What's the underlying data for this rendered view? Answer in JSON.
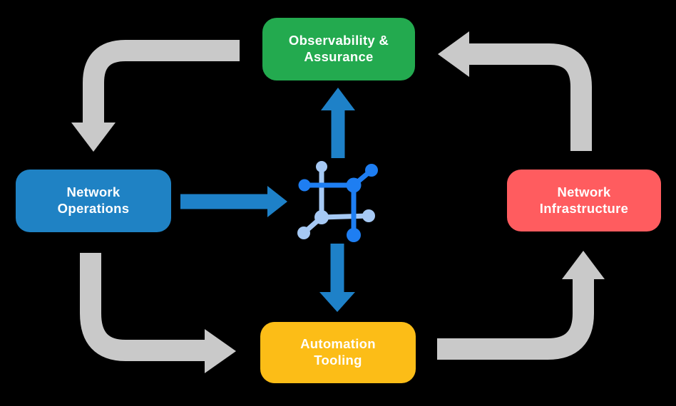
{
  "colors": {
    "background": "#000000",
    "observability_green": "#23aa4f",
    "operations_blue": "#1f82c4",
    "infrastructure_red": "#ff5c5f",
    "tooling_yellow": "#fcbd17",
    "arrow_gray": "#c9c9c9",
    "arrow_blue": "#1e81c8",
    "icon_blue_bright": "#1e7ef2",
    "icon_blue_light": "#a6c9f4",
    "label_text": "#ffffff"
  },
  "nodes": {
    "observability": {
      "label": "Observability &\nAssurance"
    },
    "operations": {
      "label": "Network\nOperations"
    },
    "infrastructure": {
      "label": "Network\nInfrastructure"
    },
    "tooling": {
      "label": "Automation\nTooling"
    }
  },
  "center_icon": {
    "name": "network-mesh-icon"
  },
  "arrows": {
    "gray_cycle": [
      {
        "from": "Observability & Assurance",
        "to": "Network Operations"
      },
      {
        "from": "Network Operations",
        "to": "Automation Tooling"
      },
      {
        "from": "Automation Tooling",
        "to": "Network Infrastructure"
      },
      {
        "from": "Network Infrastructure",
        "to": "Observability & Assurance"
      }
    ],
    "blue": [
      {
        "from": "Network Operations",
        "to": "center icon"
      },
      {
        "from": "center icon",
        "to": "Observability & Assurance"
      },
      {
        "from": "center icon",
        "to": "Automation Tooling"
      }
    ]
  }
}
